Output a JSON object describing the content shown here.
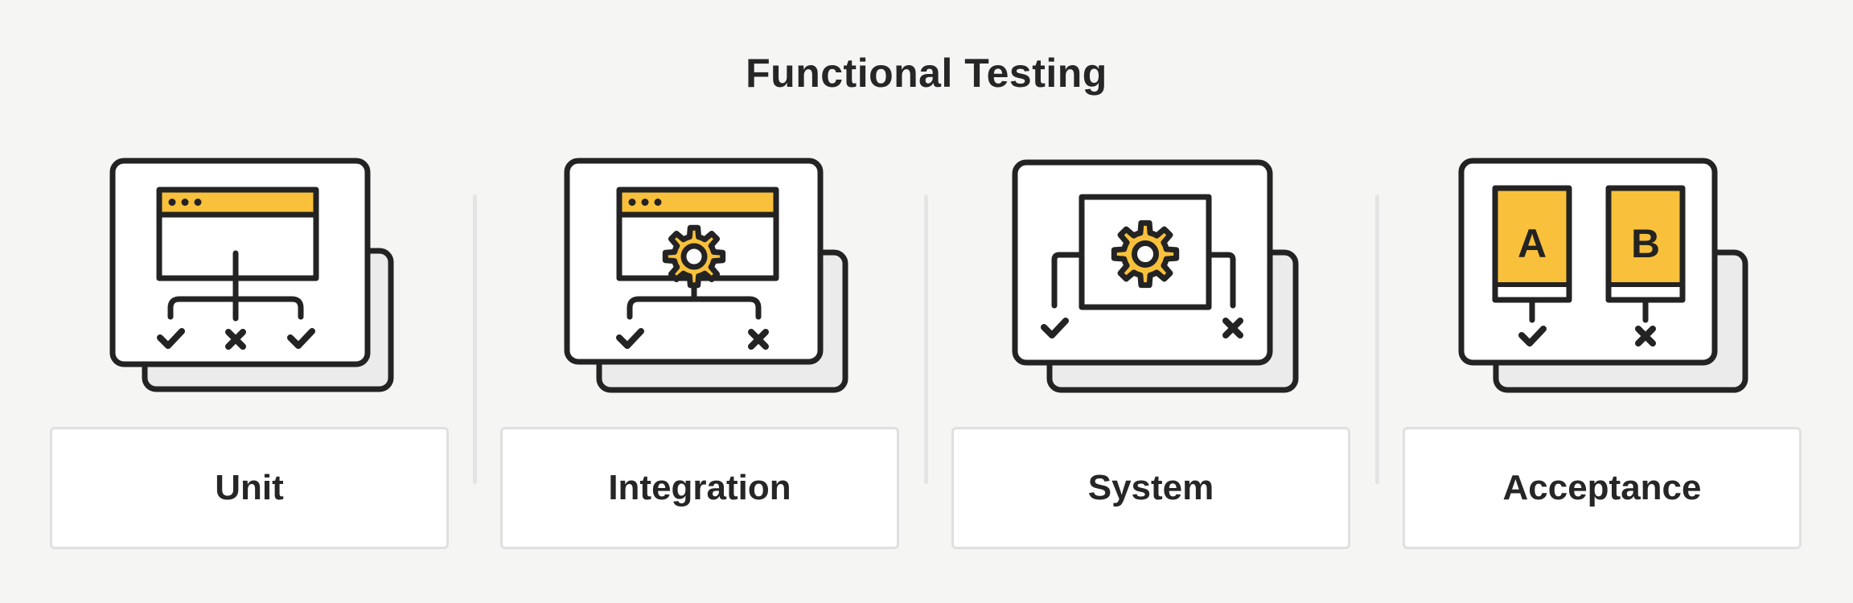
{
  "title": "Functional Testing",
  "cards": [
    {
      "label": "Unit",
      "icon": "browser-window-three-branch-results-icon"
    },
    {
      "label": "Integration",
      "icon": "browser-window-gear-two-branch-results-icon"
    },
    {
      "label": "System",
      "icon": "boxed-gear-two-connector-results-icon"
    },
    {
      "label": "Acceptance",
      "icon": "ab-comparison-panels-results-icon"
    }
  ],
  "acceptance_panels": {
    "variant_a": "A",
    "variant_b": "B"
  },
  "result_marks": {
    "pass": "check",
    "fail": "x"
  },
  "colors": {
    "background": "#F5F5F4",
    "accent_yellow": "#F9C13B",
    "outline_dark": "#232323",
    "back_card_fill": "#EBEBEB",
    "label_box_bg": "#FFFFFF",
    "label_box_border": "#E0E0E0",
    "separator": "#E4E4E4",
    "text": "#262626"
  }
}
